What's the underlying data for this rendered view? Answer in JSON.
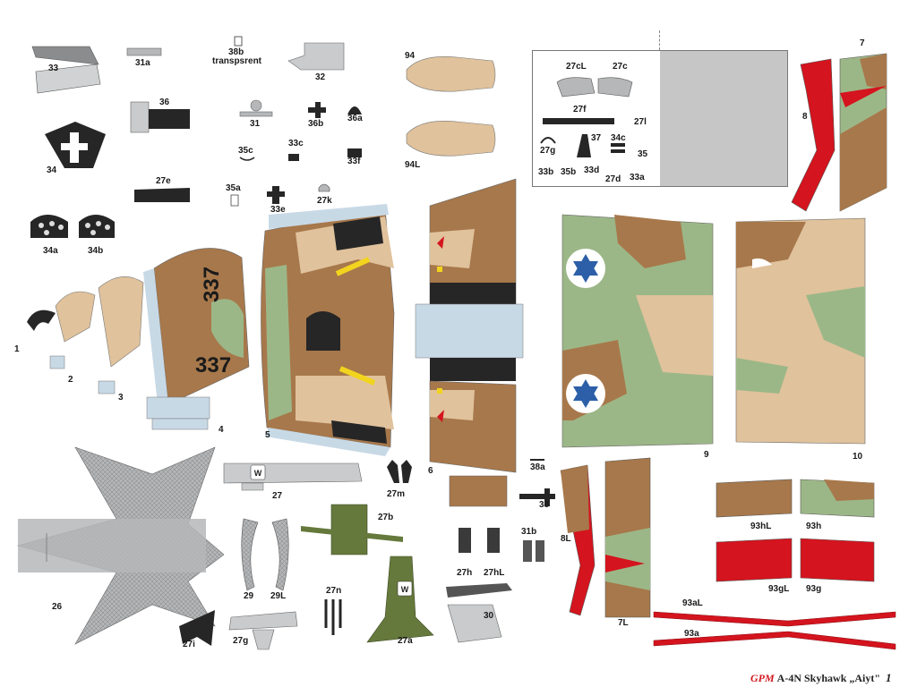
{
  "sheet": {
    "title_brand": "GPM",
    "title_model": "A-4N Skyhawk „Aiyt\"",
    "page_number": "1"
  },
  "colors": {
    "sand": "#e0c29c",
    "brown": "#a7784b",
    "green": "#9cb787",
    "grey": "#b5b7b9",
    "light_grey": "#dadcdd",
    "red": "#d4141e",
    "black": "#262626",
    "olive": "#66793c",
    "blue_roundel": "#2c5fa8",
    "light_blue": "#c8d9e6",
    "yellow": "#f2d41e"
  },
  "markings": {
    "fuselage_code_top": "337",
    "fuselage_code_bottom": "337",
    "cockpit_letter": "W",
    "cockpit_letter_2": "W"
  },
  "part_labels": [
    "33",
    "31a",
    "38b",
    "transpsrent",
    "32",
    "94",
    "94L",
    "27cL",
    "27c",
    "27f",
    "27l",
    "27g",
    "37",
    "34c",
    "35",
    "33b",
    "35b",
    "33d",
    "27d",
    "33a",
    "7",
    "8",
    "36",
    "31",
    "36b",
    "36a",
    "34",
    "35c",
    "33c",
    "33f",
    "27e",
    "35a",
    "33e",
    "27k",
    "34a",
    "34b",
    "1",
    "2",
    "3",
    "4",
    "5",
    "6",
    "9",
    "10",
    "26",
    "27",
    "27m",
    "38a",
    "38",
    "8L",
    "7L",
    "93hL",
    "93h",
    "93gL",
    "93g",
    "29",
    "29L",
    "27b",
    "27h",
    "27hL",
    "31b",
    "27n",
    "27a",
    "30",
    "93aL",
    "93a",
    "27i",
    "27g"
  ]
}
